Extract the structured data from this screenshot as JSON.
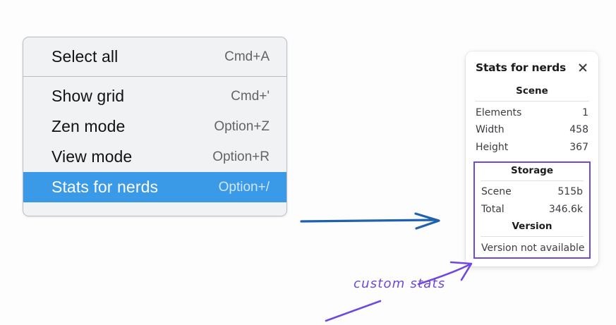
{
  "canvas": {
    "background": "#fdfdfd"
  },
  "context_menu": {
    "accent_color": "#3b9ae8",
    "sections": [
      {
        "items": [
          {
            "label": "Select all",
            "shortcut": "Cmd+A",
            "selected": false
          }
        ]
      },
      {
        "items": [
          {
            "label": "Show grid",
            "shortcut": "Cmd+'",
            "selected": false
          },
          {
            "label": "Zen mode",
            "shortcut": "Option+Z",
            "selected": false
          },
          {
            "label": "View mode",
            "shortcut": "Option+R",
            "selected": false
          },
          {
            "label": "Stats for nerds",
            "shortcut": "Option+/",
            "selected": true
          }
        ]
      }
    ]
  },
  "stats_panel": {
    "title": "Stats for nerds",
    "close_icon": "close-icon",
    "highlight_color": "#7048e0",
    "scene": {
      "heading": "Scene",
      "rows": [
        {
          "key": "Elements",
          "value": "1"
        },
        {
          "key": "Width",
          "value": "458"
        },
        {
          "key": "Height",
          "value": "367"
        }
      ]
    },
    "storage": {
      "heading": "Storage",
      "rows": [
        {
          "key": "Scene",
          "value": "515b"
        },
        {
          "key": "Total",
          "value": "346.6k"
        }
      ]
    },
    "version": {
      "heading": "Version",
      "text": "Version not available"
    }
  },
  "annotations": {
    "blue_arrow": {
      "name": "blue-arrow",
      "color": "#1f62ab"
    },
    "purple_arrow_to_version": {
      "name": "purple-arrow-to-version",
      "color": "#7048e0"
    },
    "purple_underline_stroke": {
      "name": "purple-underline-stroke",
      "color": "#7048e0"
    },
    "custom_stats_label": {
      "text": "custom stats",
      "color": "#6b48d8"
    }
  }
}
